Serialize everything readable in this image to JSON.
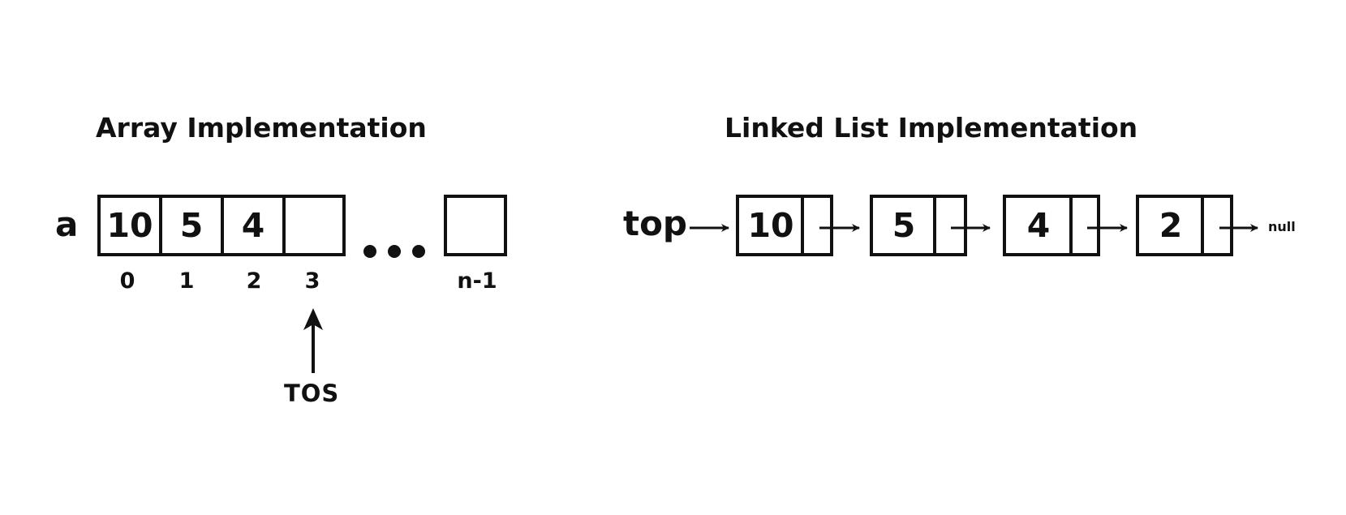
{
  "array_section": {
    "title": "Array Implementation",
    "array_name": "a",
    "cells": [
      "10",
      "5",
      "4",
      ""
    ],
    "indices": [
      "0",
      "1",
      "2",
      "3"
    ],
    "last_index": "n-1",
    "pointer_label": "TOS"
  },
  "linked_section": {
    "title": "Linked List Implementation",
    "head_label": "top",
    "nodes": [
      "10",
      "5",
      "4",
      "2"
    ],
    "terminal_label": "null"
  }
}
